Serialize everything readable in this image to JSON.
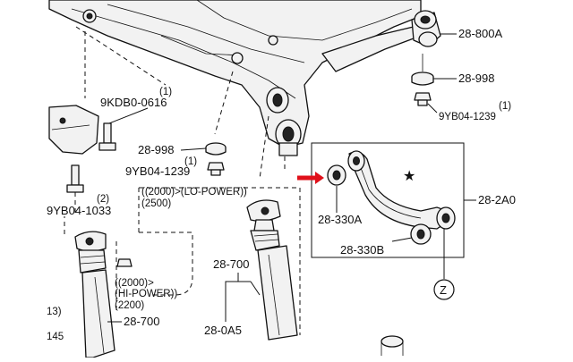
{
  "callouts": {
    "rear_bushing_assy": "28-800A",
    "washer_top": "28-998",
    "bolt_top_qty": "(1)",
    "bolt_top": "9YB04-1239",
    "bolt_left_qty": "(1)",
    "bolt_left": "9KDB0-0616",
    "washer_mid": "28-998",
    "bolt_mid_qty": "(1)",
    "bolt_mid": "9YB04-1239",
    "bolt_left_lower_qty": "(2)",
    "bolt_left_lower": "9YB04-1033",
    "shock_right_note1": "((2000)>(LO-POWER))",
    "shock_right_note2": "(2500)",
    "shock_left_note1": "((2000)>",
    "shock_left_note2": "(HI-POWER))",
    "shock_left_note3": "(2200)",
    "shock_right_part": "28-700",
    "shock_right_assy": "28-0A5",
    "shock_left_part": "28-700",
    "left_edge_13": "13)",
    "left_edge_14": "145",
    "arm_assy": "28-2A0",
    "bushing_a": "28-330A",
    "bushing_b": "28-330B",
    "view_marker": "Z",
    "star_mark": "★"
  }
}
